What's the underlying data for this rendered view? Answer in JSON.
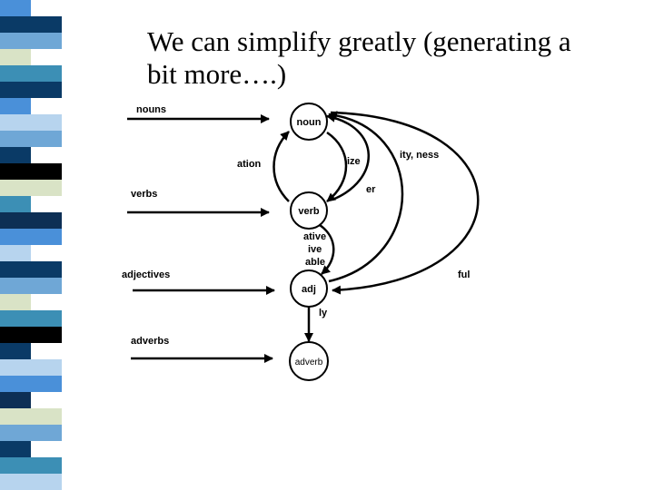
{
  "slide": {
    "title_line1": "We can simplify greatly (generating a",
    "title_line2": "bit more….)"
  },
  "diagram": {
    "input_labels": {
      "nouns": "nouns",
      "verbs": "verbs",
      "adjectives": "adjectives",
      "adverbs": "adverbs"
    },
    "nodes": {
      "noun": "noun",
      "verb": "verb",
      "adj": "adj",
      "adverb": "adverb"
    },
    "edge_labels": {
      "ation": "ation",
      "ize": "ize",
      "er": "er",
      "ity_ness": "ity, ness",
      "ative": "ative",
      "ive": "ive",
      "able": "able",
      "ful": "ful",
      "ly": "ly"
    }
  },
  "colors": {
    "stripe": [
      "#4a90d9",
      "#0a3a66",
      "#6fa7d6",
      "#d9e3c6",
      "#3c8fb5",
      "#0d2f55",
      "#b7d4ee",
      "#000000"
    ]
  }
}
